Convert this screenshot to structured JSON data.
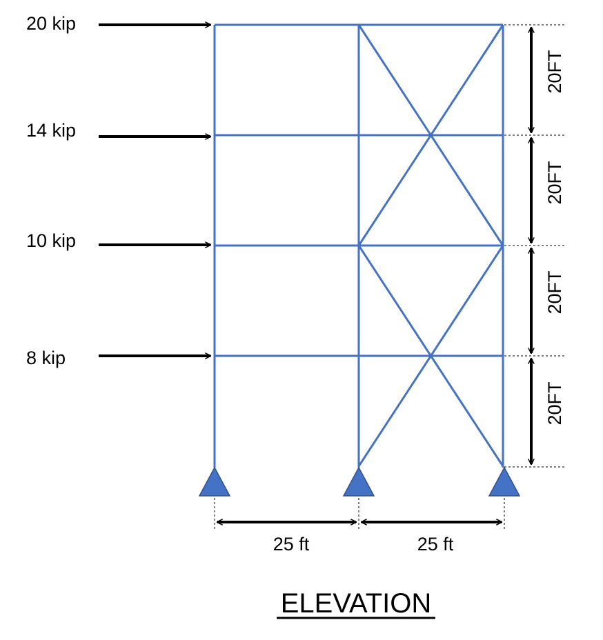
{
  "colors": {
    "frame": "#4472C4",
    "support": "#4472C4",
    "arrows": "#000000",
    "text": "#000000"
  },
  "loads": [
    {
      "label": "20 kip",
      "magnitude_kip": 20
    },
    {
      "label": "14 kip",
      "magnitude_kip": 14
    },
    {
      "label": "10 kip",
      "magnitude_kip": 10
    },
    {
      "label": "8 kip",
      "magnitude_kip": 8
    }
  ],
  "story_heights": [
    {
      "label": "20FT"
    },
    {
      "label": "20FT"
    },
    {
      "label": "20FT"
    },
    {
      "label": "20FT"
    }
  ],
  "bay_widths": [
    {
      "label": "25 ft"
    },
    {
      "label": "25 ft"
    }
  ],
  "title": "ELEVATION"
}
